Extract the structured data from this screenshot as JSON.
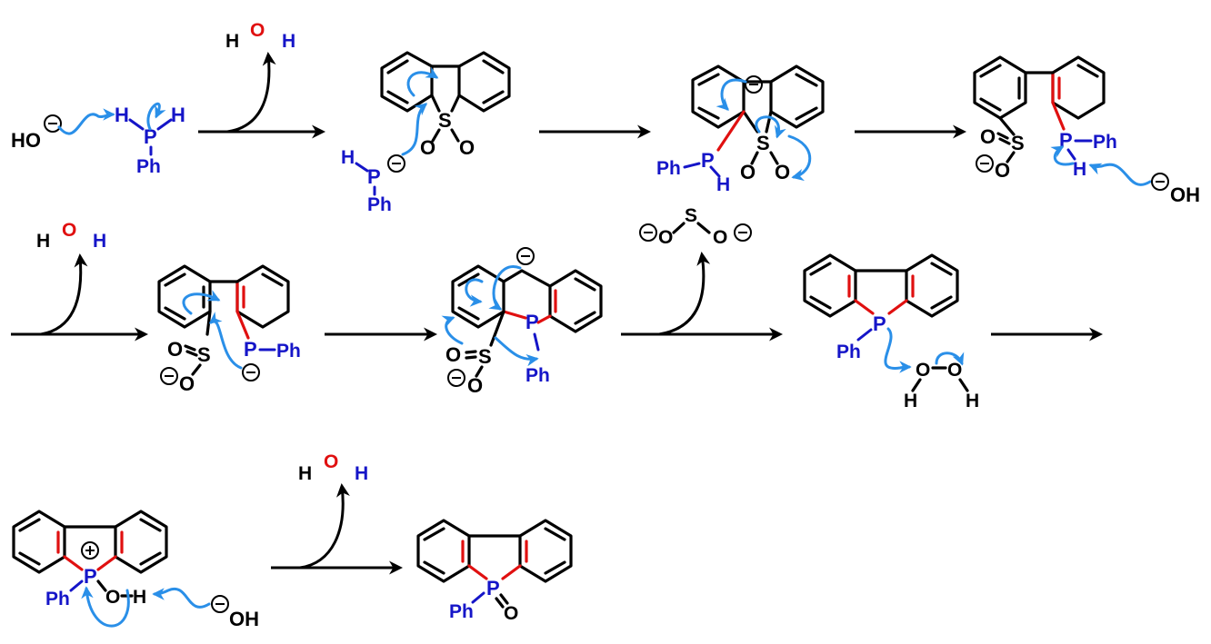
{
  "labels": {
    "hydroxide_top": "HO",
    "oh_right": "OH",
    "oh_bottom": "OH",
    "water_O": "O",
    "water_H": "H",
    "P": "P",
    "H": "H",
    "Ph": "Ph",
    "S": "S",
    "O": "O",
    "minus": "−",
    "plus": "+",
    "sulfite_S": "S",
    "sulfite_O": "O"
  },
  "colors": {
    "phosphorus": "#1515c8",
    "new_bond": "#e01010",
    "arrow_push": "#2a8fe8"
  }
}
